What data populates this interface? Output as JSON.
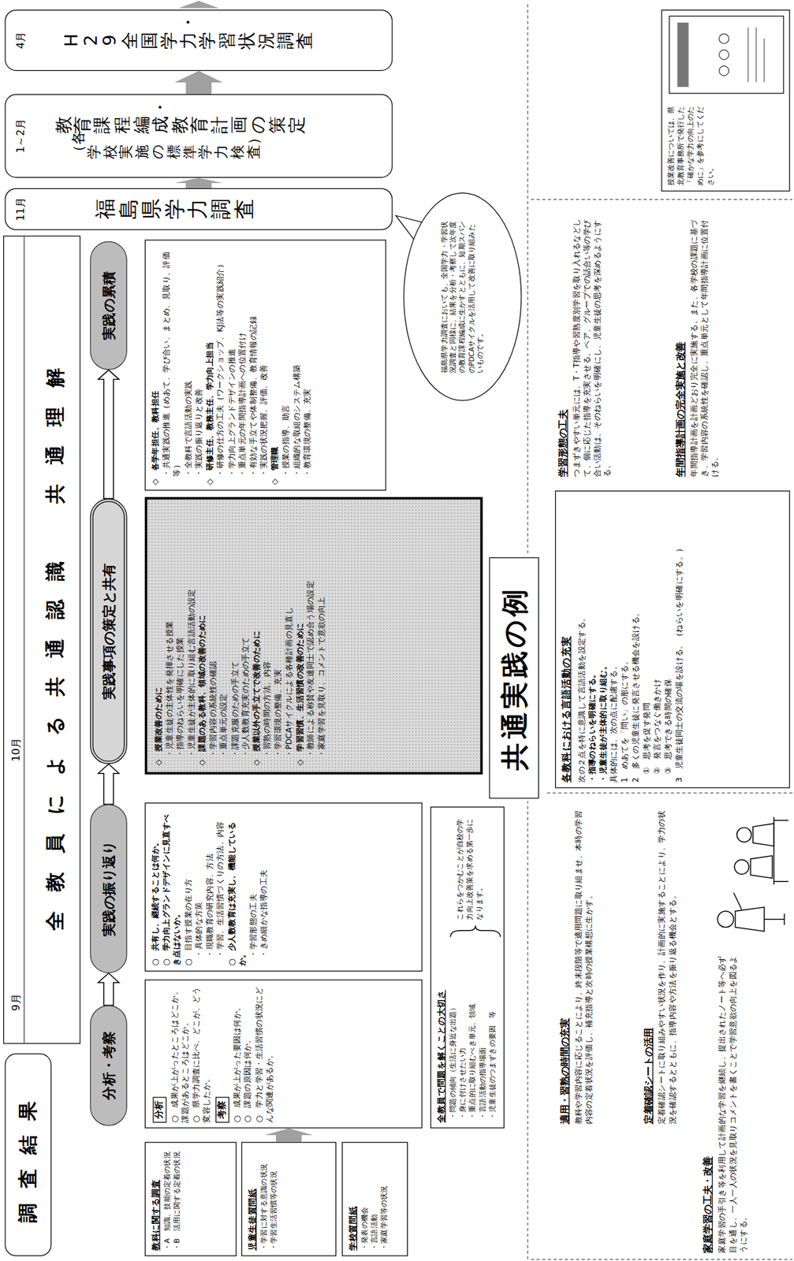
{
  "diagram": {
    "nodes": [
      {
        "text": [
          "調査結果"
        ]
      },
      {
        "text": [
          "9月",
          "10月",
          "全教員による共通認識　共通理解"
        ]
      },
      {
        "text": [
          "教科に関する調査",
          "・A　知識、技能の定着の状況",
          "・B　活用に関する定着の状況"
        ]
      },
      {
        "text": [
          "児童生徒質問紙",
          "・学習に対する意識の状況",
          "・学習生活習慣等の状況"
        ]
      },
      {
        "text": [
          "学校質問紙",
          "・発表の機会",
          "・言語活動",
          "・家庭学習等の状況"
        ]
      },
      {
        "text": [
          "分析・考察"
        ]
      },
      {
        "text": [
          "実践の振り返り"
        ]
      },
      {
        "text": [
          "実践事項の策定と共有"
        ]
      },
      {
        "text": [
          "実践の累積"
        ]
      },
      {
        "text": [
          "分析",
          "○　成果が上がったところはどこか。課題があるところはどこか。",
          "○　県学力調査に比べ、どこが、どう変容したか。",
          "考察",
          "○　成果が上がった要因は何か。",
          "○　課題の原因は何か。",
          "○　学力と学習・生活習慣の状況にどんな関連があるか。"
        ]
      },
      {
        "text": [
          "○　共有し、継続することは何か。",
          "○　学力向上グランドデザインに見直すべき点はないか。",
          "○　目指す授業の在り方",
          "・具体的な方策",
          "・現職教育の研究内容、方法",
          "・学習、生活習慣づくりの方法、内容",
          "○　少人数教育は充実し、機能しているか。",
          "・学習形態の工夫",
          "・きめ細かな指導の工夫"
        ]
      },
      {
        "text": [
          "全教員で問題を解くことの大切さ",
          "・問題の傾向（生活に身近な出題）",
          "・身に付けさせたい力",
          "・重点的に取り組むべき単元、領域",
          "・言語活動の指導場面",
          "・児童生徒のつまずきの要因　等",
          "これらをつかむことが自校の学力向上改善策を求める第一歩になります。"
        ]
      },
      {
        "text": [
          "◇　授業改善のために",
          "・児童生徒の主体性を発揮させる授業",
          "・指導のねらいを明確にした授業",
          "・児童生徒が主体的に取り組む言語活動の設定",
          "◇　課題のある教科、領域の改善のために",
          "・学習内容の系統性の確認",
          "・重点単元の設定",
          "・課題克服のための手立て",
          "・少人数教育充実のための手立て",
          "◇　授業以外の手立てで改善のために",
          "・習熟の時間の方法、内容",
          "・学習環境の整備、充実",
          "・PDCAサイクルによる各種計画の見直し",
          "◇　学習習慣、生活習慣の改善のために",
          "・教師による称賛や友達同士で認め合う場の設定",
          "・家庭学習を見取り、コメントで意欲の向上"
        ]
      },
      {
        "text": [
          "◇　各学年担任、教科担任",
          "・共通実践の推進（めあて、学び合い、まとめ、見取り、評価等）",
          "・全教科で言語活動の実践",
          "・実践の振り返りと改善",
          "◇　研修主任、教務主任、学力向上担当",
          "・研修の仕方の工夫（ワークショップ、KJ法等の実践紹介）",
          "・学力向上グランドデザインの推進",
          "・重点単元の年間指導計画への位置付け",
          "・有効な手立てや体制整備、教育情報の記録",
          "・実践の状況把握、評価、改善",
          "◇　管理職",
          "・授業の指導、助言",
          "・組織的な取組のシステム構築",
          "・教育環境の整備、充実"
        ]
      },
      {
        "text": [
          "11月",
          "福島県学力調査"
        ]
      },
      {
        "text": [
          "福島県学力調査においても、全国学力・学習状況調査と同様に、結果を分析・考察して次年度の教育課程編成に生かすとともに、短期スパンのPDCAサイクルを活用して改善に取り組みたいものです。"
        ]
      },
      {
        "text": [
          "1～2月",
          "教育課程編成・教育計画の策定",
          "（各学校実施の標準学力検査）"
        ]
      },
      {
        "text": [
          "4月",
          "H29全国学力・学習状況調査"
        ]
      },
      {
        "text": [
          "共通実践の例"
        ]
      },
      {
        "text": [
          "各教科における言語活動の充実",
          "次の２点を特に意識して言語活動を設定する。",
          "・指導のねらいを明確にする。",
          "・児童生徒が主体的に取り組む。",
          "具体的には、次の点に配慮する。",
          "1　めあてを「問い」の形にする。",
          "2　多くの児童生徒に発言させる機会を設ける。",
          "①　思考を促す発問",
          "②　発言をつなぐ働きかけ",
          "③　思考できる時間の確保",
          "3　児童生徒同士の交流の場を設ける。（ねらいを明確にする。）"
        ]
      },
      {
        "text": [
          "授業改善については、県北教育事務所で発行した「確かな学力の向上のために」を参考にしてください。"
        ]
      }
    ],
    "edges": [
      {
        "from": 5,
        "to": 6,
        "arrow": "to"
      },
      {
        "from": 6,
        "to": 7,
        "arrow": "to"
      },
      {
        "from": 7,
        "to": 8,
        "arrow": "to"
      },
      {
        "from": 3,
        "to": 9,
        "arrow": "to"
      },
      {
        "from": 14,
        "to": 16,
        "arrow": "to"
      },
      {
        "from": 16,
        "to": 17,
        "arrow": "to"
      }
    ],
    "labels": [
      "家庭学習の工夫・改善",
      "家庭学習の手引き等を利用して計画的な学習を継続し、提出されたノート等へ必ず目を通し、一人一人の状況を見取りコメントを書くことで学習意欲の向上を図るようにする。",
      "適用・習熟の時間の充実",
      "教科や学習内容に応じることにより、終末段階等で適用問題に取り組ませ、本時の学習内容の定着状況を評価し、補充指導と次時の授業構想に生かす。",
      "定着確認シートの活用",
      "定着確認シートに取り組みやすい状況を作り、計画的に実施することにより、学力の状況を確認するとともに、指導内容や方法を振り返る機会とする。",
      "学習形態の工夫",
      "つまずきやすい単元には、T・T指導や習熟度別学習を取り入れるなどして、個に応じた指導を充実させる。ペア、グループでの話合い等の学び合い活動は、そのねらいを明確にし、児童生徒の思考を深めるようにする。",
      "年間指導計画の完全実施と改善",
      "年間指導計画を計画どおり完全に実施する。また、各学校の課題に基づき、学習内容の系統性を確認し、重点単元として年間指導計画に位置付ける。"
    ]
  }
}
